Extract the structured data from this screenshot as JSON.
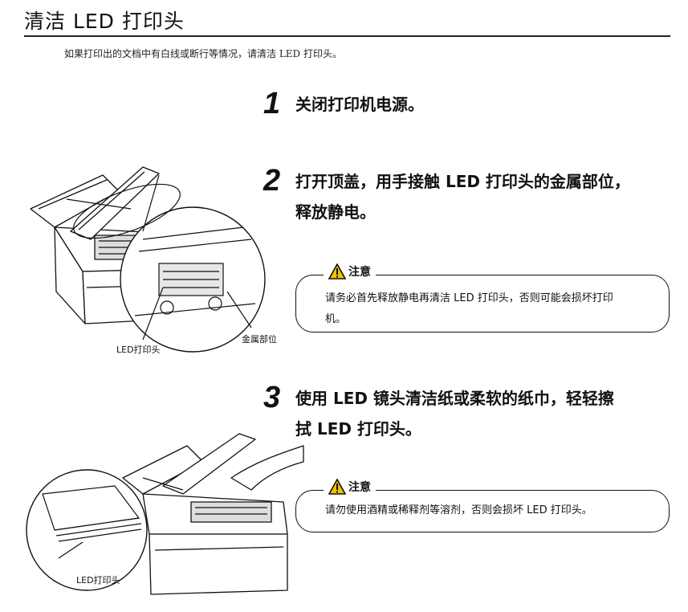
{
  "header": {
    "title": "清洁 LED 打印头",
    "intro": "如果打印出的文档中有白线或断行等情况，请清洁 LED 打印头。"
  },
  "steps": [
    {
      "number": "1",
      "line1": "关闭打印机电源。",
      "line2": ""
    },
    {
      "number": "2",
      "line1": "打开顶盖，用手接触 LED 打印头的金属部位，",
      "line2": "释放静电。"
    },
    {
      "number": "3",
      "line1": "使用 LED 镜头清洁纸或柔软的纸巾，轻轻擦",
      "line2": "拭 LED 打印头。"
    }
  ],
  "cautions": [
    {
      "label": "注意",
      "line1": "请务必首先释放静电再清洁 LED 打印头，否则可能会损坏打印",
      "line2": "机。"
    },
    {
      "label": "注意",
      "line1": "请勿使用酒精或稀释剂等溶剂，否则会损坏 LED 打印头。",
      "line2": ""
    }
  ],
  "illustrations": {
    "fig1": {
      "led_label": "LED打印头",
      "metal_label": "金属部位"
    },
    "fig2": {
      "led_label": "LED打印头"
    }
  },
  "colors": {
    "text": "#111111",
    "caution_icon_fill": "#f2c200"
  }
}
